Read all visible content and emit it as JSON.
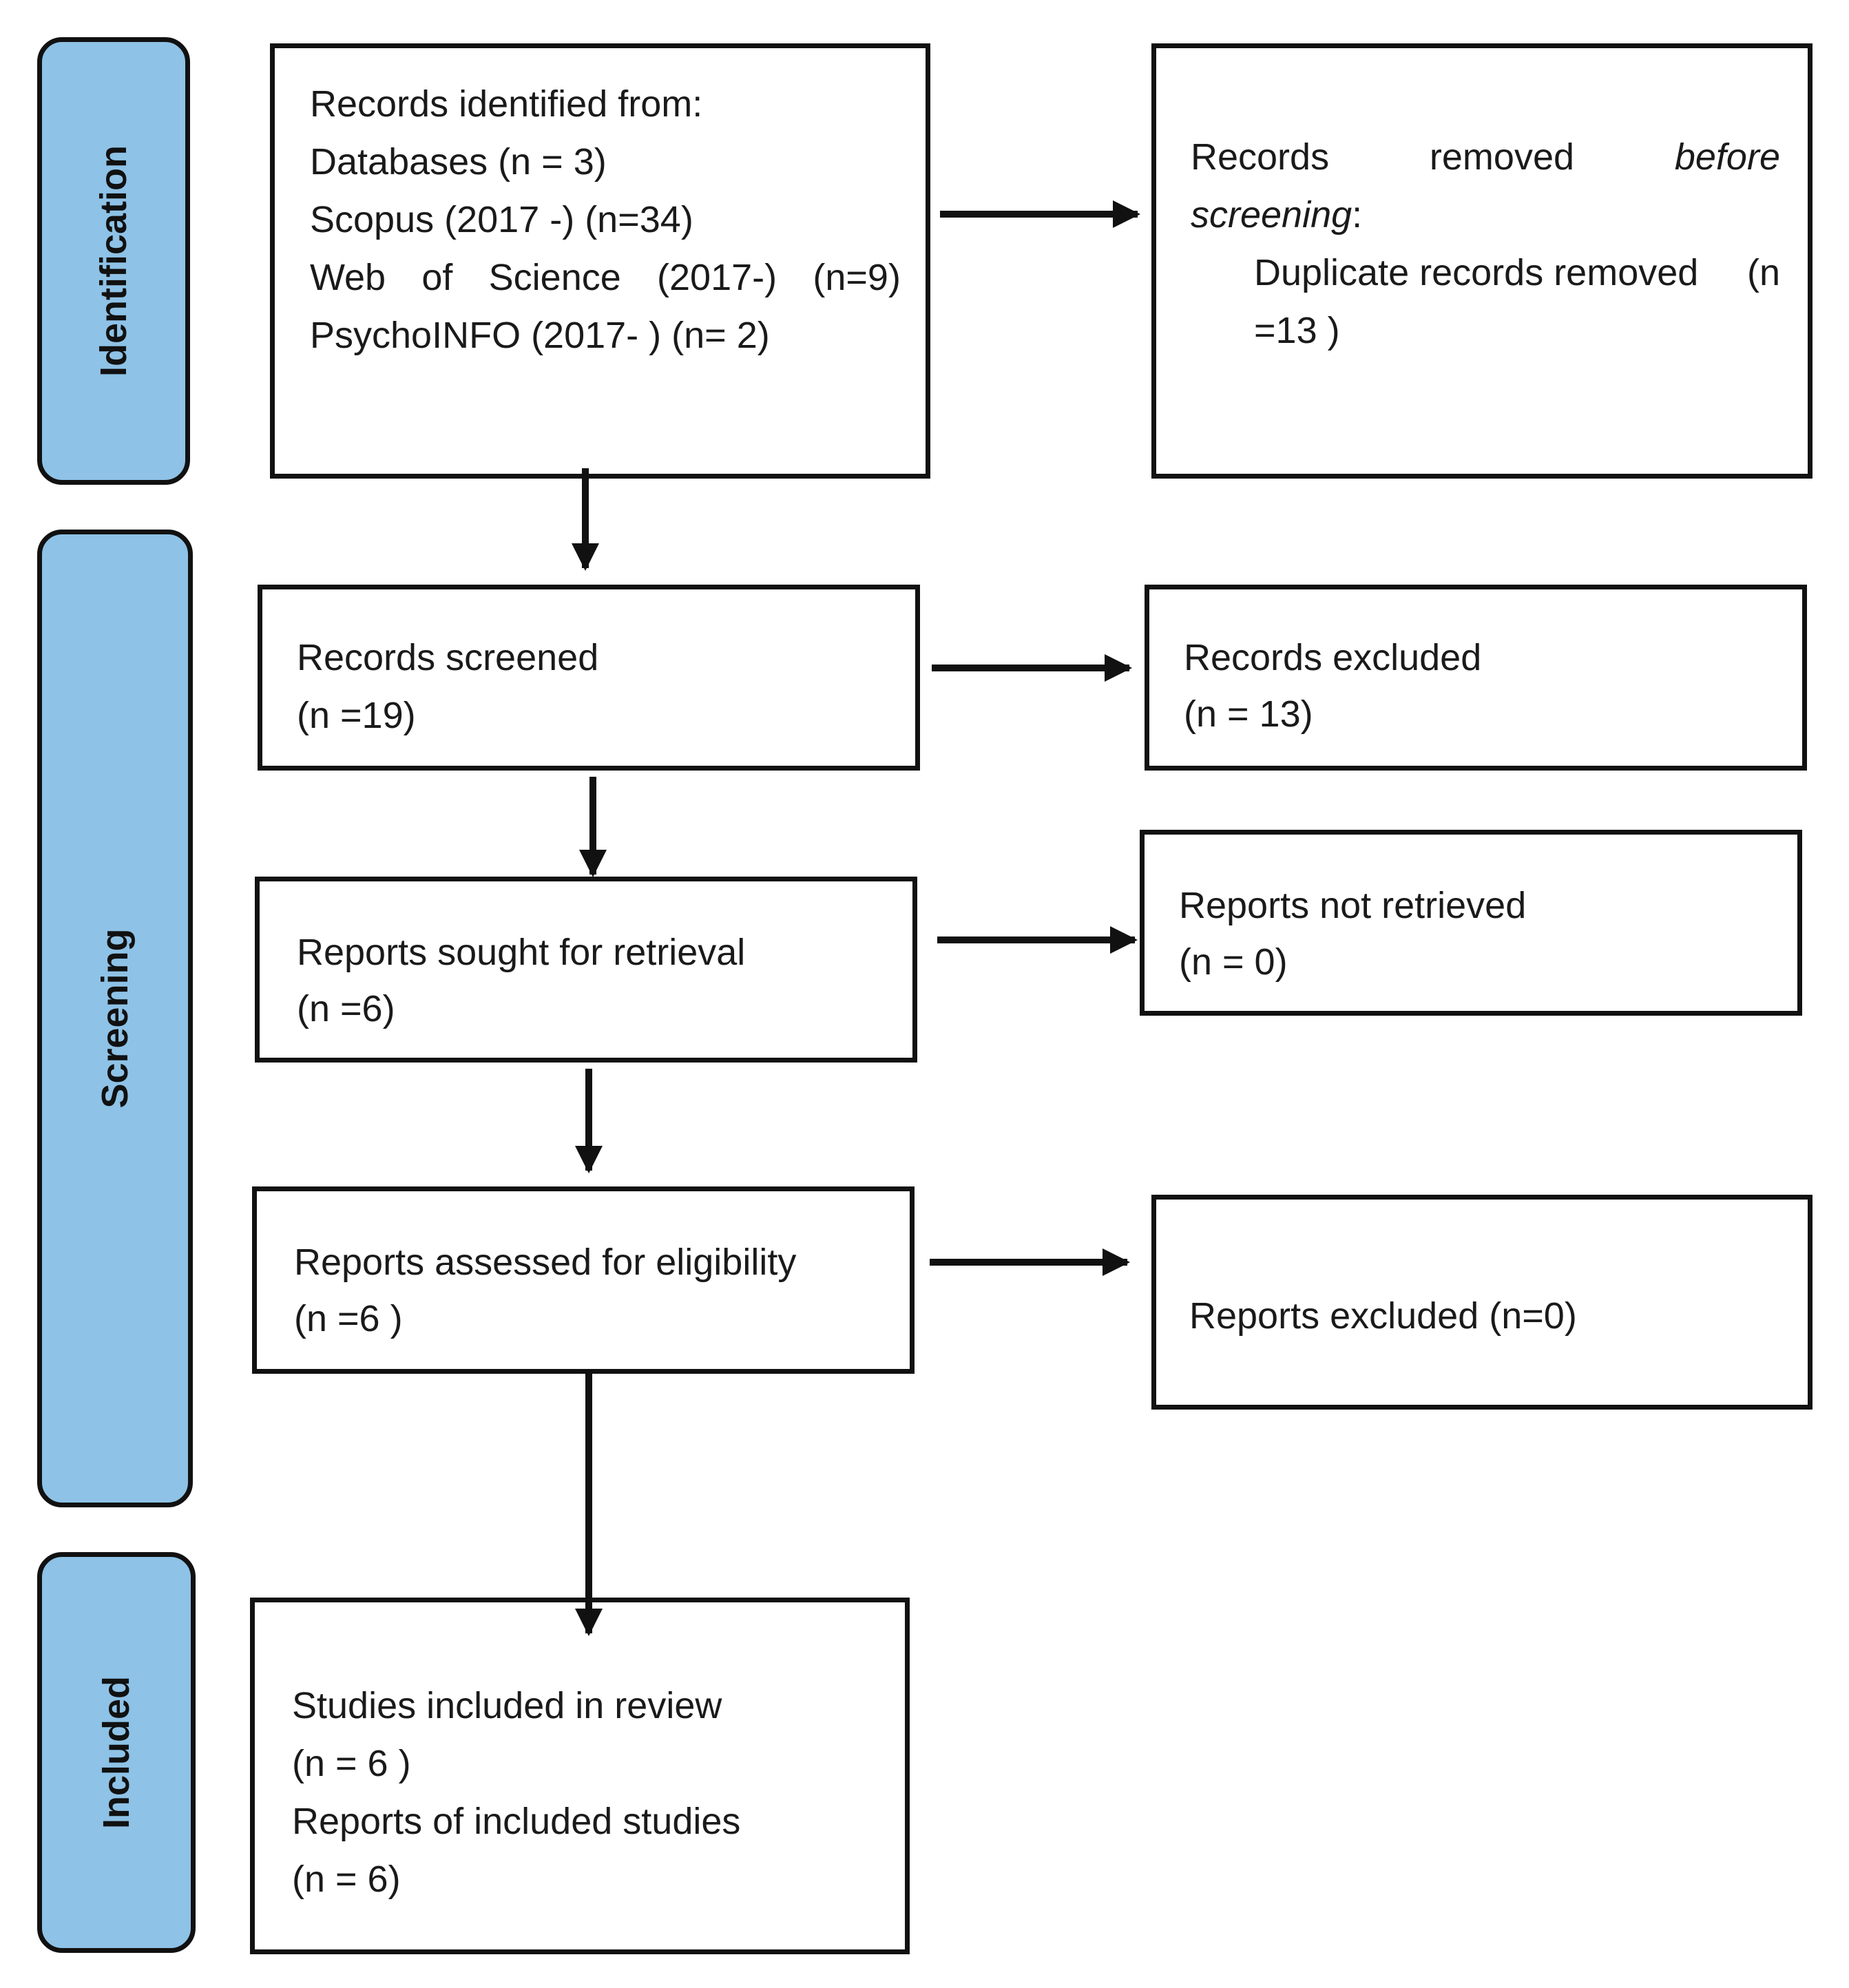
{
  "phases": {
    "identification": "Identification",
    "screening": "Screening",
    "included": "Included"
  },
  "boxes": {
    "records_identified": {
      "heading": "Records identified from:",
      "databases": "Databases (n = 3)",
      "scopus": "Scopus (2017 -) (n=34)",
      "wos": [
        "Web",
        "of",
        "Science",
        "(2017-)",
        "(n=9)"
      ],
      "psycinfo": "PsychoINFO (2017- ) (n= 2)"
    },
    "records_removed": {
      "line1_words": [
        "Records",
        "removed",
        "before"
      ],
      "line2_italic": "screening",
      "line2_colon": ":",
      "duplicate_label": "Duplicate records removed",
      "duplicate_n_open": "(n",
      "duplicate_n_close": "=13 )"
    },
    "records_screened": {
      "label": "Records screened",
      "count": "(n =19)"
    },
    "records_excluded": {
      "label": "Records excluded",
      "count": "(n = 13)"
    },
    "reports_sought": {
      "label": "Reports sought for retrieval",
      "count": "(n =6)"
    },
    "reports_not_retrieved": {
      "label": "Reports not retrieved",
      "count": "(n = 0)"
    },
    "reports_assessed": {
      "label": "Reports assessed for eligibility",
      "count": "(n =6 )"
    },
    "reports_excluded": {
      "label": "Reports excluded (n=0)"
    },
    "studies_included": {
      "label": "Studies included in review",
      "count": "(n = 6 )",
      "reports_label": "Reports of included studies",
      "reports_count": "(n = 6)"
    }
  }
}
